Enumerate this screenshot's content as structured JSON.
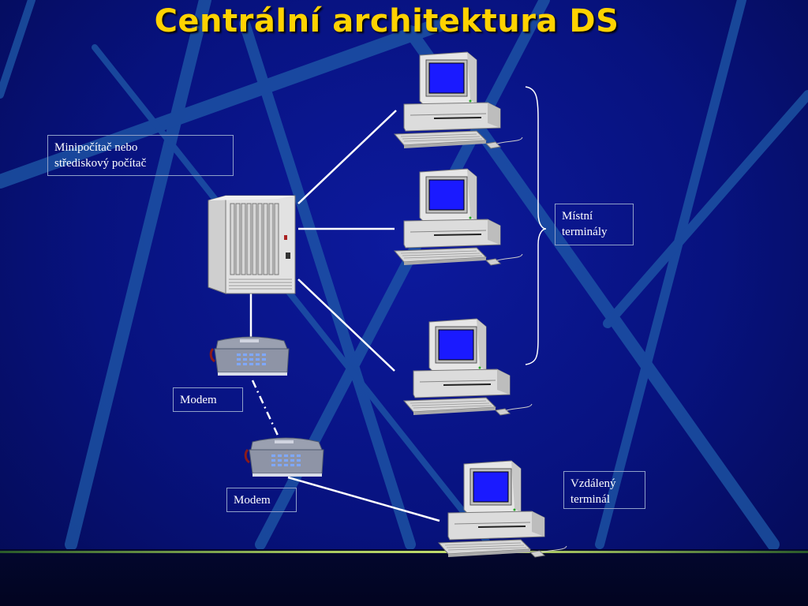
{
  "title": "Centrální architektura DS",
  "labels": {
    "server": [
      "Minipočítač nebo",
      "střediskový počítač"
    ],
    "local_terminals": [
      "Místní",
      "terminály"
    ],
    "remote_terminal": [
      "Vzdálený",
      "terminál"
    ],
    "modem_top": "Modem",
    "modem_bottom": "Modem"
  },
  "colors": {
    "background": "#07127e",
    "title": "#ffd200",
    "connector": "#ffffff",
    "screen": "#1a1aff"
  },
  "icons": [
    "server-rack-icon",
    "terminal-computer-icon",
    "modem-phone-icon"
  ]
}
